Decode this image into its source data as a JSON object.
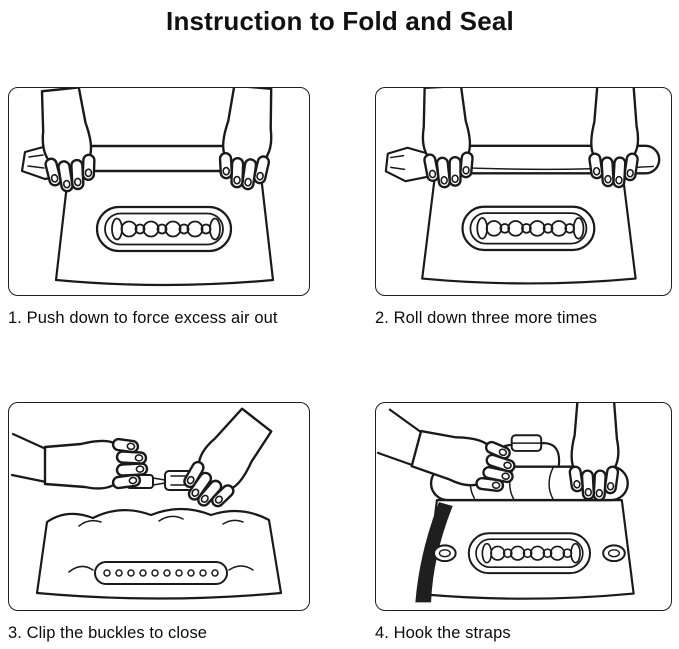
{
  "page": {
    "title": "Instruction to Fold and Seal"
  },
  "steps": [
    {
      "caption": "1. Push down to force excess air out",
      "illustration": "hands-pushing-down-dry-bag-top-to-force-air-out"
    },
    {
      "caption": "2. Roll down three more times",
      "illustration": "hands-gripping-rolled-dry-bag-top"
    },
    {
      "caption": "3. Clip the buckles to close",
      "illustration": "hands-clipping-two-buckle-halves-above-bag"
    },
    {
      "caption": "4. Hook the straps",
      "illustration": "hand-hooking-strap-clip-on-sealed-bag-handle"
    }
  ],
  "colors": {
    "ink": "#1a1a1a",
    "background": "#ffffff"
  }
}
